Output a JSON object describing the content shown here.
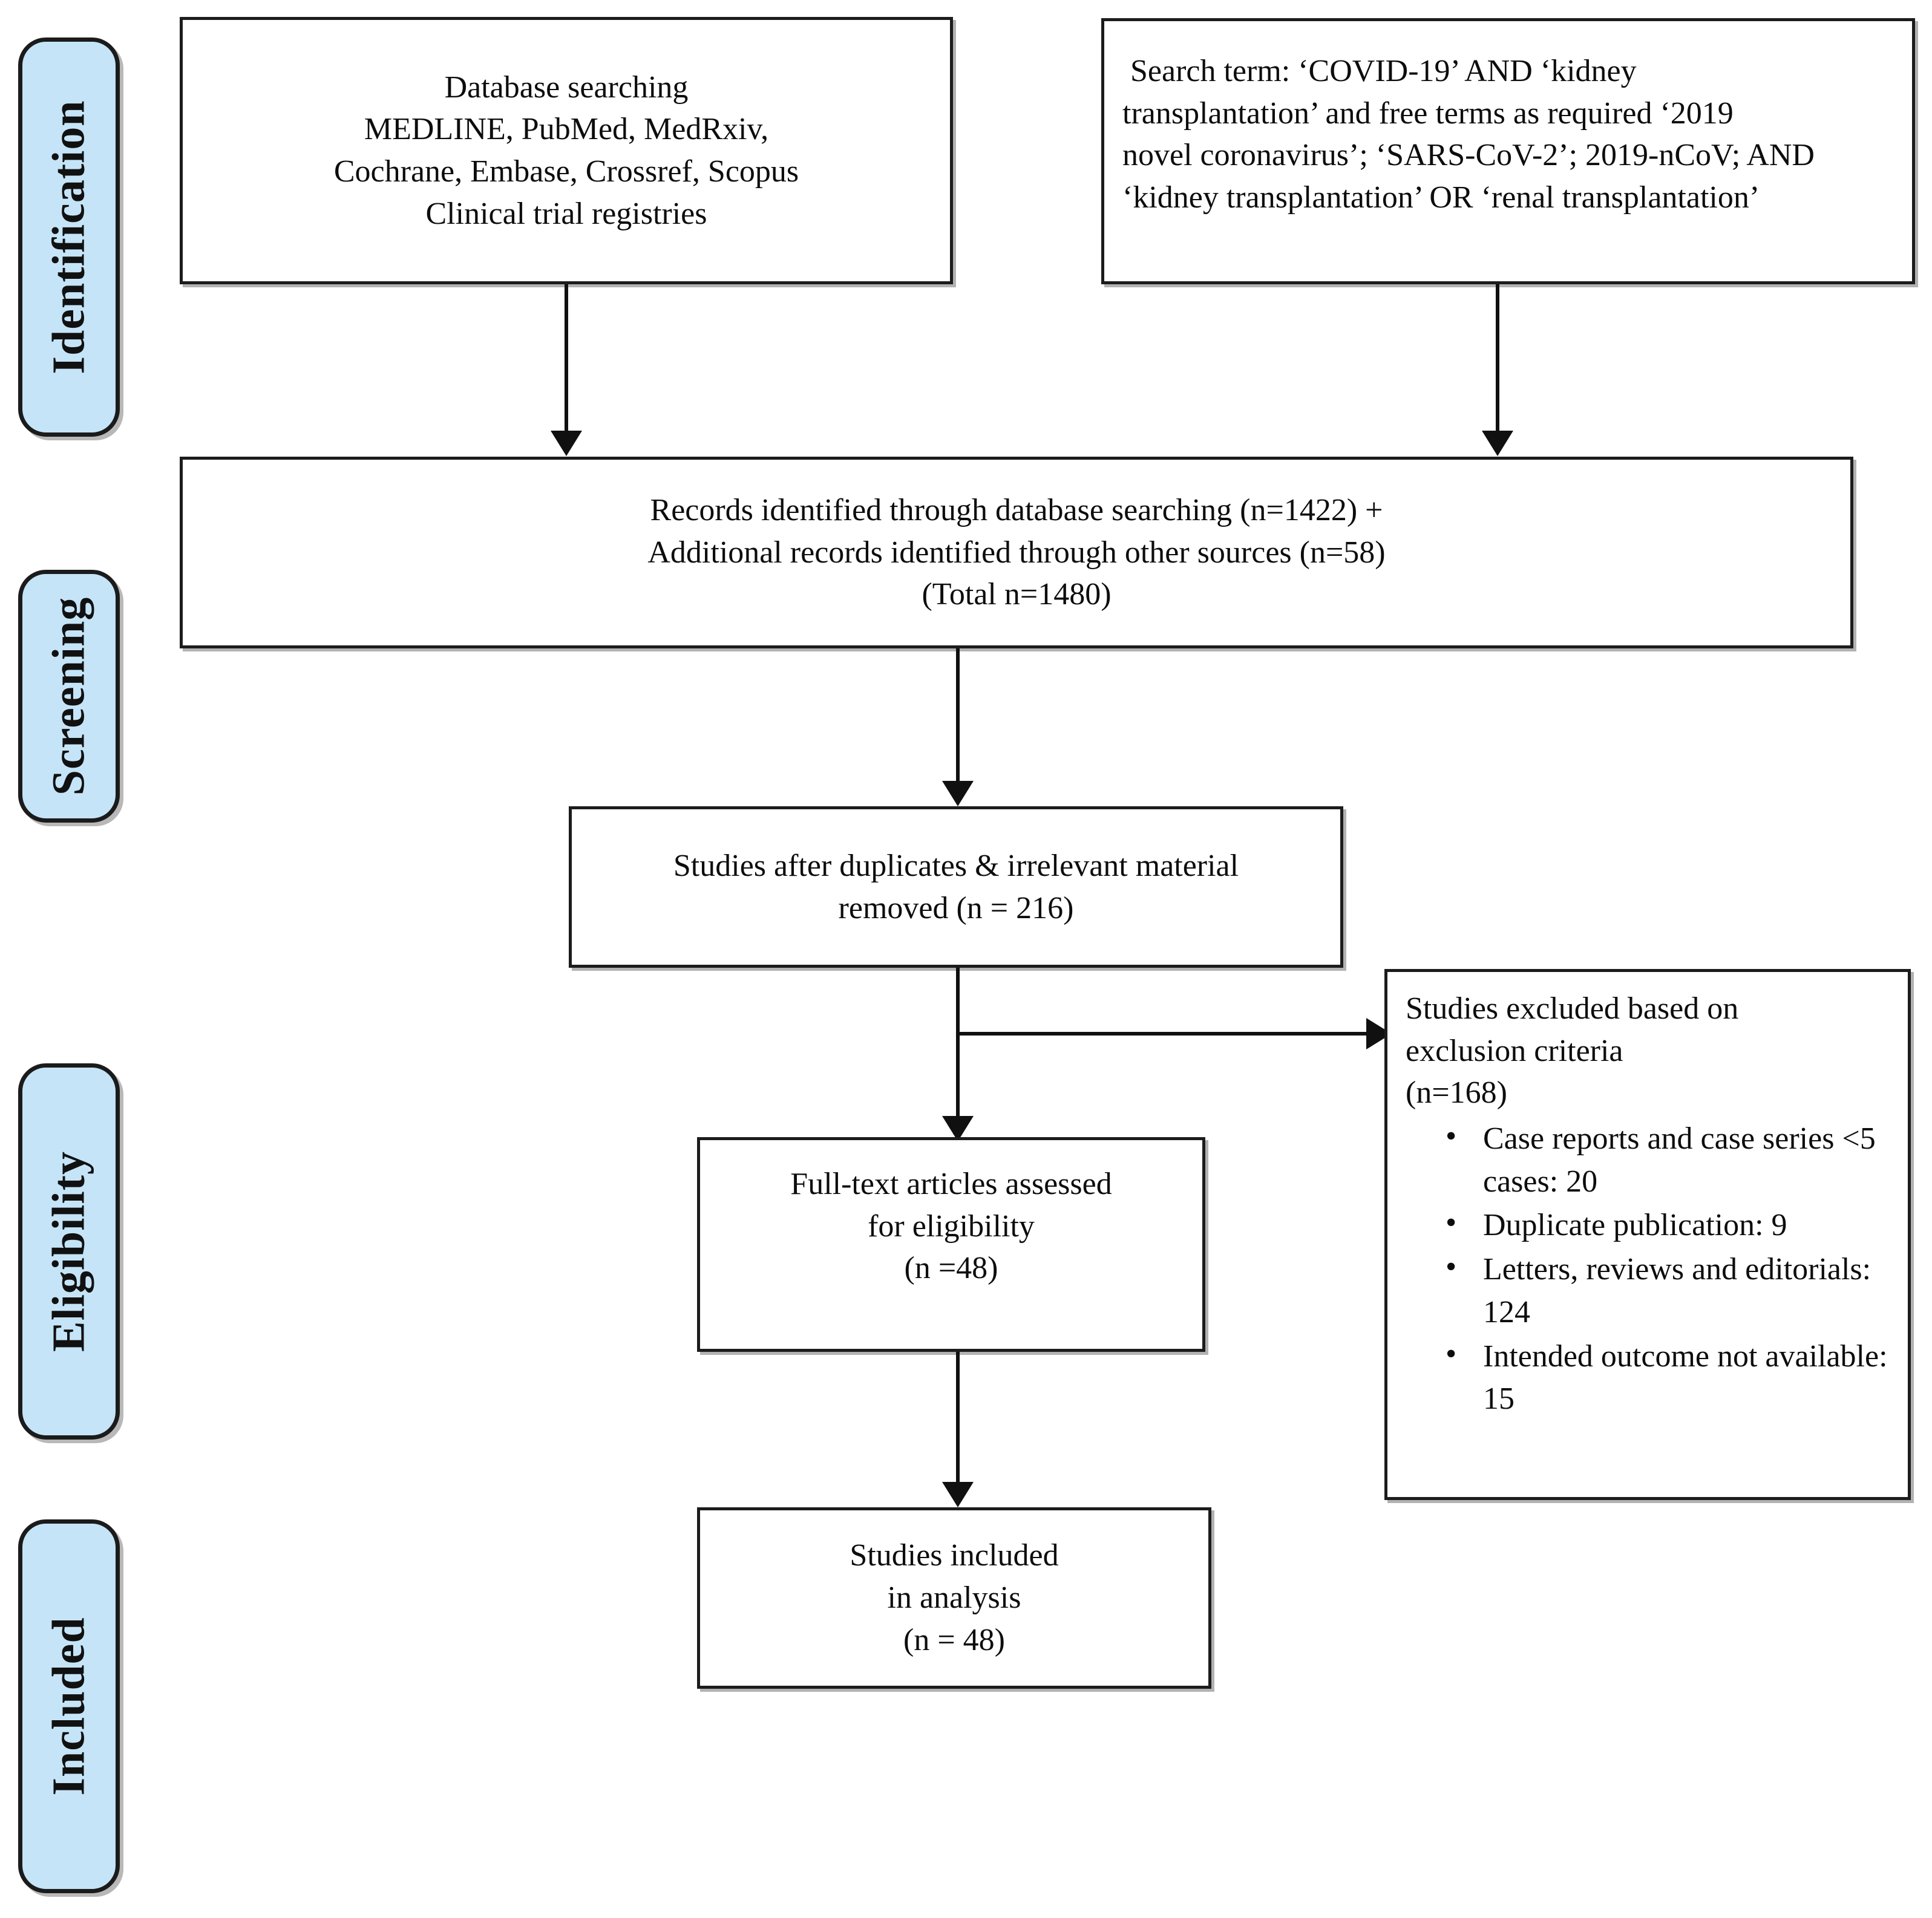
{
  "diagram": {
    "title": "PRISMA study selection flow diagram",
    "accent_color": "#c5e4f7",
    "line_color": "#101010"
  },
  "stages": [
    {
      "key": "identification",
      "label": "Identification"
    },
    {
      "key": "screening",
      "label": "Screening"
    },
    {
      "key": "eligibility",
      "label": "Eligibility"
    },
    {
      "key": "included",
      "label": "Included"
    }
  ],
  "boxes": {
    "database_searching": {
      "lines": [
        "Database searching",
        "MEDLINE, PubMed, MedRxiv,",
        "Cochrane, Embase, Crossref, Scopus",
        "Clinical trial registries"
      ]
    },
    "search_terms": {
      "lines": [
        " Search term: ‘COVID-19’ AND ‘kidney",
        "transplantation’ and free terms as required ‘2019",
        "novel coronavirus’; ‘SARS-CoV-2’; 2019-nCoV; AND",
        "‘kidney transplantation’ OR ‘renal transplantation’"
      ]
    },
    "records_identified": {
      "lines": [
        "Records identified through database searching (n=1422) +",
        "Additional records identified through other sources (n=58)",
        "(Total n=1480)"
      ]
    },
    "after_duplicates": {
      "lines": [
        "Studies after duplicates & irrelevant material",
        "removed (n = 216)"
      ]
    },
    "studies_excluded": {
      "lines": [
        "Studies excluded based on",
        "exclusion criteria",
        "(n=168)"
      ],
      "bullets": [
        "Case reports and case series <5 cases: 20",
        "Duplicate publication: 9",
        "Letters, reviews and editorials: 124",
        "Intended outcome not available: 15"
      ]
    },
    "full_text_assessed": {
      "lines": [
        "Full-text articles assessed",
        "for eligibility",
        "(n =48)"
      ]
    },
    "studies_included": {
      "lines": [
        "Studies included",
        "in analysis",
        "(n = 48)"
      ]
    }
  },
  "chart_data": {
    "type": "diagram",
    "title": "PRISMA flow diagram",
    "nodes": [
      {
        "id": "database_searching",
        "stage": "Identification",
        "n": null
      },
      {
        "id": "search_terms",
        "stage": "Identification",
        "n": null
      },
      {
        "id": "records_identified",
        "stage": "Identification",
        "n": 1480,
        "from_databases": 1422,
        "from_other_sources": 58
      },
      {
        "id": "after_duplicates",
        "stage": "Screening",
        "n": 216
      },
      {
        "id": "studies_excluded",
        "stage": "Eligibility",
        "n": 168,
        "breakdown": [
          {
            "reason": "Case reports and case series <5 cases",
            "n": 20
          },
          {
            "reason": "Duplicate publication",
            "n": 9
          },
          {
            "reason": "Letters, reviews and editorials",
            "n": 124
          },
          {
            "reason": "Intended outcome not available",
            "n": 15
          }
        ]
      },
      {
        "id": "full_text_assessed",
        "stage": "Eligibility",
        "n": 48
      },
      {
        "id": "studies_included",
        "stage": "Included",
        "n": 48
      }
    ],
    "edges": [
      {
        "from": "database_searching",
        "to": "records_identified"
      },
      {
        "from": "search_terms",
        "to": "records_identified"
      },
      {
        "from": "records_identified",
        "to": "after_duplicates"
      },
      {
        "from": "after_duplicates",
        "to": "studies_excluded"
      },
      {
        "from": "after_duplicates",
        "to": "full_text_assessed"
      },
      {
        "from": "full_text_assessed",
        "to": "studies_included"
      }
    ]
  }
}
